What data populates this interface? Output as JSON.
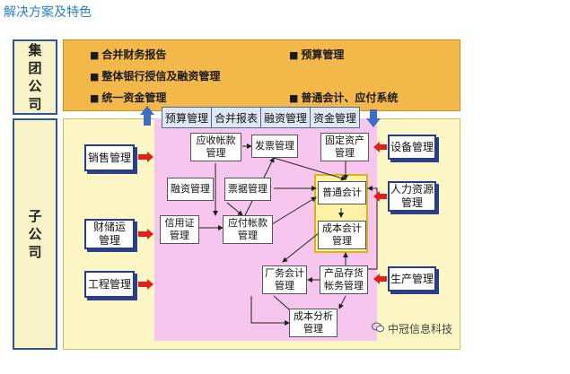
{
  "title": "解决方案及特色",
  "side_labels": {
    "group": [
      "集",
      "团",
      "公",
      "司"
    ],
    "subsidiary": [
      "子",
      "公",
      "司"
    ]
  },
  "group_items": [
    "合并财务报告",
    "预算管理",
    "整体银行授信及融资管理",
    "统一资金管理",
    "普通会计、应付系统"
  ],
  "tabs": [
    "预算管理",
    "合并报表",
    "融资管理",
    "资金管理"
  ],
  "left_boxes": [
    [
      "销售管理"
    ],
    [
      "财储运",
      "管理"
    ],
    [
      "工程管理"
    ]
  ],
  "right_boxes": [
    [
      "设备管理"
    ],
    [
      "人力资源",
      "管理"
    ],
    [
      "生产管理"
    ]
  ],
  "center_boxes": {
    "ar": [
      "应收帐款",
      "管理"
    ],
    "invoice": [
      "发票管理"
    ],
    "fixed_assets": [
      "固定资产",
      "管理"
    ],
    "financing": [
      "融资管理"
    ],
    "notes": [
      "票据管理"
    ],
    "general_accounting": [
      "普通会计"
    ],
    "lc": [
      "信用证",
      "管理"
    ],
    "ap": [
      "应付帐款",
      "管理"
    ],
    "cost_accounting": [
      "成本会计",
      "管理"
    ],
    "factory_accounting": [
      "厂务会计",
      "管理"
    ],
    "inventory": [
      "产品存货",
      "帐务管理"
    ],
    "cost_analysis": [
      "成本分析",
      "管理"
    ]
  },
  "watermark": "中冠信息科技",
  "colors": {
    "top_band": "#f2b84a",
    "sub_band": "#fbf6c4",
    "pink": "#f6c6ef",
    "border_blue": "#2f5597",
    "arrow_red": "#e0201b",
    "title_blue": "#2a7ec6"
  }
}
